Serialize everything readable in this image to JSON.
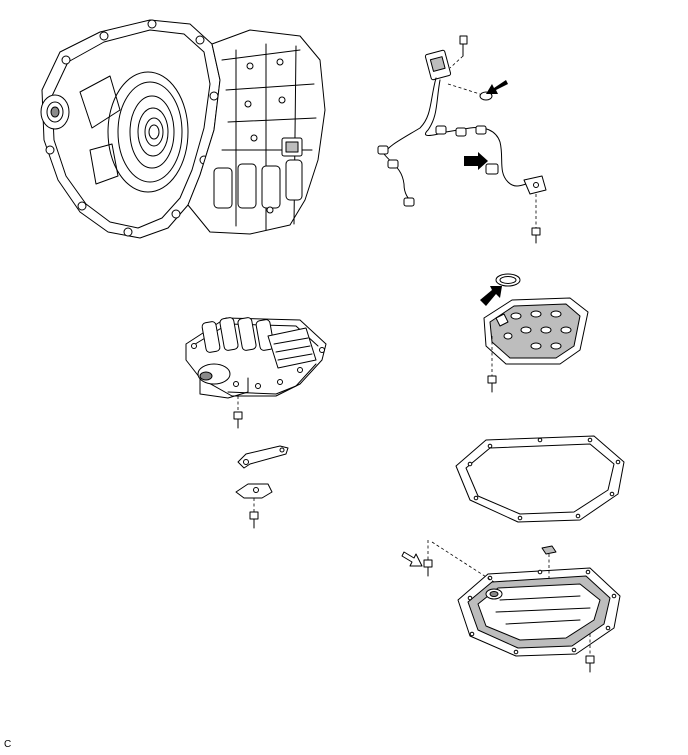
{
  "figure": {
    "corner_label": "C",
    "arrow_style": {
      "filled": "#000000",
      "outline": "#ffffff"
    }
  },
  "parts": [
    {
      "id": "transaxle-case",
      "icon": "transaxle-illustration"
    },
    {
      "id": "wire-harness",
      "icon": "wire-harness-illustration"
    },
    {
      "id": "harness-o-ring",
      "icon": "o-ring"
    },
    {
      "id": "valve-body",
      "icon": "valve-body-illustration"
    },
    {
      "id": "oil-strainer",
      "icon": "strainer-illustration"
    },
    {
      "id": "strainer-o-ring",
      "icon": "o-ring"
    },
    {
      "id": "pan-gasket",
      "icon": "gasket-illustration"
    },
    {
      "id": "oil-pan",
      "icon": "oil-pan-illustration"
    },
    {
      "id": "detent-spring",
      "icon": "bracket-illustration"
    },
    {
      "id": "manual-lever-plate",
      "icon": "bracket-illustration"
    }
  ]
}
